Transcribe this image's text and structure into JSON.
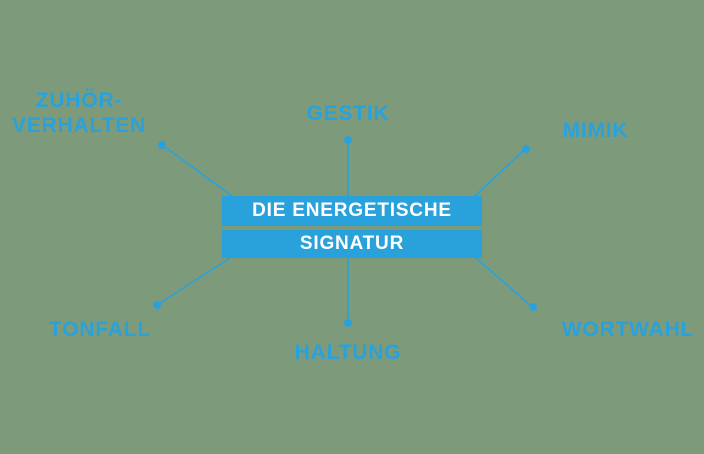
{
  "colors": {
    "accent": "#29A2DC",
    "background": "#7D9B7B",
    "text_on_accent": "#FFFFFF"
  },
  "diagram": {
    "type": "mind-map",
    "center": {
      "title_line1": "DIE ENERGETISCHE",
      "title_line2": "SIGNATUR"
    },
    "nodes": {
      "zuhoerverhalten": {
        "line1": "ZUHÖR-",
        "line2": "VERHALTEN",
        "position": "top-left"
      },
      "gestik": {
        "label": "GESTIK",
        "position": "top-center"
      },
      "mimik": {
        "label": "MIMIK",
        "position": "top-right"
      },
      "tonfall": {
        "label": "TONFALL",
        "position": "bottom-left"
      },
      "haltung": {
        "label": "HALTUNG",
        "position": "bottom-center"
      },
      "wortwahl": {
        "label": "WORTWAHL",
        "position": "bottom-right"
      }
    }
  }
}
